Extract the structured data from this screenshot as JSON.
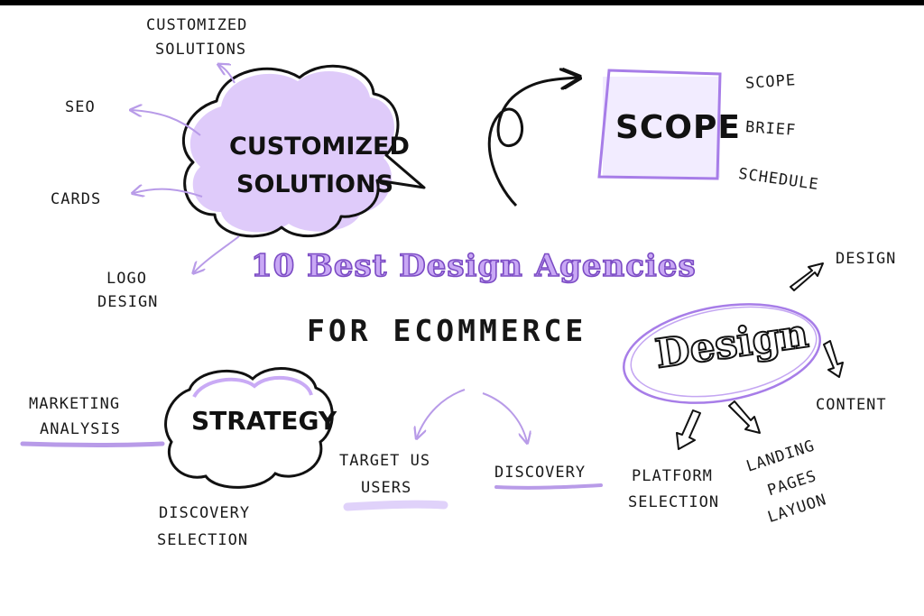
{
  "title": {
    "line1": "10 Best Design Agencies",
    "line2": "FOR ECOMMERCE"
  },
  "colors": {
    "accent": "#b38cf0",
    "accent_dark": "#7b4bc4",
    "ink": "#111111",
    "highlight": "#e4d6fb"
  },
  "customized": {
    "center_line1": "CUSTOMIZED",
    "center_line2": "SOLUTIONS",
    "top_line1": "CUSTOMIZED",
    "top_line2": "SOLUTIONS",
    "seo": "SEO",
    "cards": "CARDS",
    "logo_line1": "LOGO",
    "logo_line2": "DESIGN"
  },
  "scope": {
    "center": "SCOPE",
    "items": [
      "SCOPE",
      "BRIEF",
      "SCHEDULE"
    ]
  },
  "strategy": {
    "center": "STRATEGY",
    "marketing_line1": "MARKETING",
    "marketing_line2": "ANALYSIS",
    "discovery_line1": "DISCOVERY",
    "discovery_line2": "SELECTION"
  },
  "center_branch": {
    "target_line1": "TARGET US",
    "target_line2": "USERS",
    "discovery": "DISCOVERY"
  },
  "design": {
    "center": "Design",
    "design": "DESIGN",
    "content": "CONTENT",
    "platform_line1": "PLATFORM",
    "platform_line2": "SELECTION",
    "landing_line1": "LANDING",
    "landing_line2": "PAGES",
    "landing_line3": "LAYUON"
  }
}
